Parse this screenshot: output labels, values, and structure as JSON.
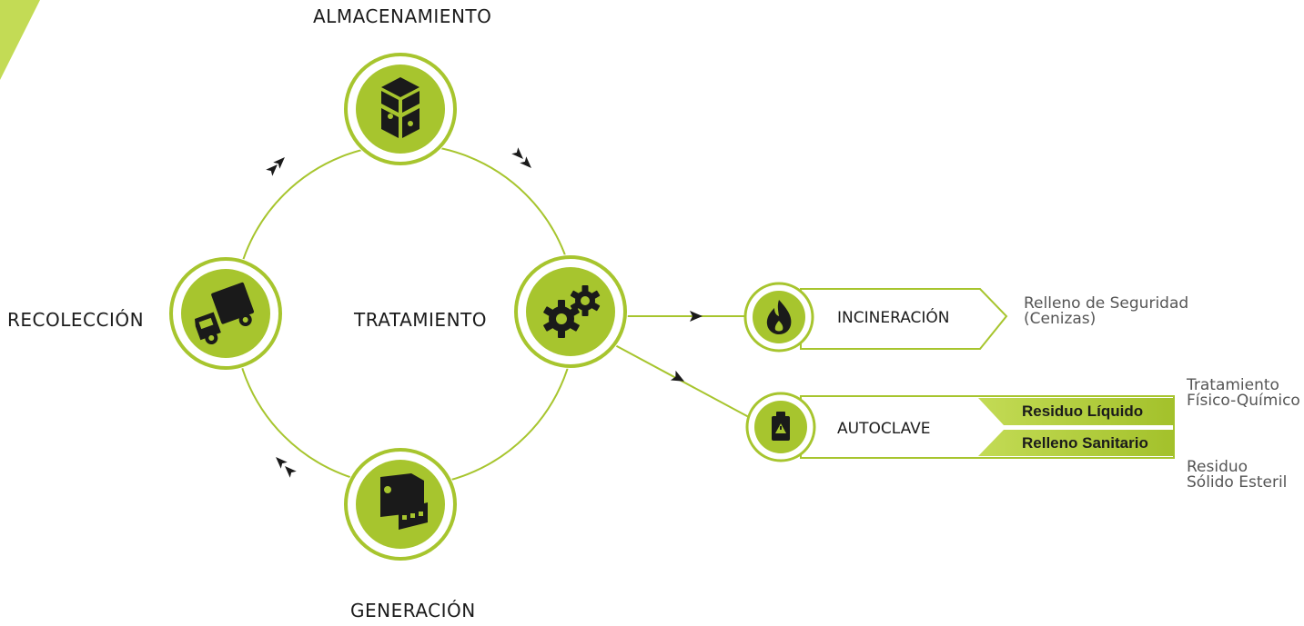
{
  "colors": {
    "accent": "#a7c52e",
    "accent_light": "#c3db55",
    "ring": "#a7c52e",
    "line": "#9bbb2a",
    "icon": "#1a1a1a"
  },
  "cycle": {
    "almacenamiento": {
      "label": "ALMACENAMIENTO",
      "icon": "boxes-icon"
    },
    "recoleccion": {
      "label": "RECOLECCIÓN",
      "icon": "truck-icon"
    },
    "tratamiento": {
      "label": "TRATAMIENTO",
      "icon": "gears-icon"
    },
    "generacion": {
      "label": "GENERACIÓN",
      "icon": "building-icon"
    }
  },
  "treatments": {
    "incineracion": {
      "label": "INCINERACIÓN",
      "icon": "fire-icon",
      "result": [
        "Relleno de Seguridad",
        "(Cenizas)"
      ]
    },
    "autoclave": {
      "label": "AUTOCLAVE",
      "icon": "autoclave-icon",
      "outputs": [
        {
          "label": "Residuo Líquido",
          "result": [
            "Tratamiento",
            "Físico-Químico"
          ]
        },
        {
          "label": "Relleno Sanitario",
          "result": [
            "Residuo",
            "Sólido Esteril"
          ]
        }
      ]
    }
  }
}
